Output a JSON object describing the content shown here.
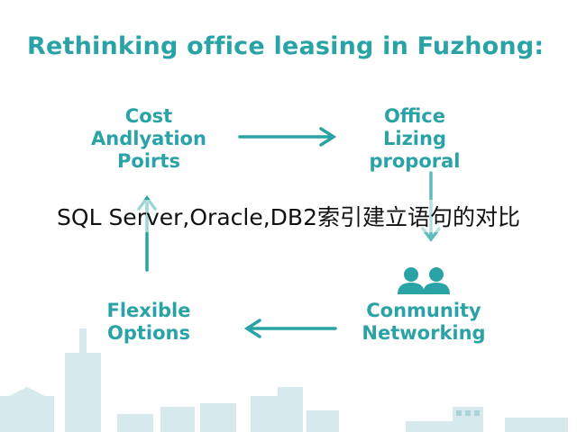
{
  "title": "Rethinking office leasing in Fuzhong:",
  "nodes": {
    "cost": [
      "Cost",
      "Andlyation",
      "Poirts"
    ],
    "office": [
      "Office",
      "Lizing",
      "proporal"
    ],
    "community": [
      "Conmunity",
      "Networking"
    ],
    "flexible": [
      "Flexible",
      "Options"
    ]
  },
  "overlay_text": "SQL Server,Oracle,DB2索引建立语句的对比",
  "colors": {
    "accent": "#2aa3a6",
    "skyline": "#cfe6ea",
    "overlay_text": "#111111"
  },
  "icons": {
    "community": "people-group-icon"
  }
}
